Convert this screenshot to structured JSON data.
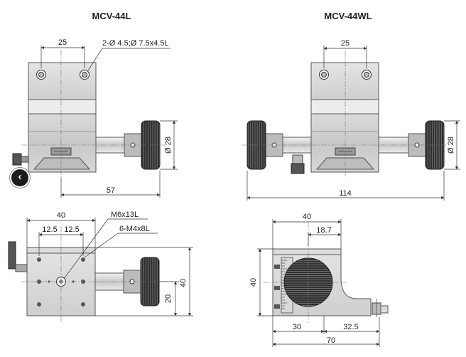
{
  "titles": {
    "left": "MCV-44L",
    "right": "MCV-44WL"
  },
  "labels": {
    "hole_spec": "2-Ø 4.5;Ø 7.5x4.5L",
    "tapped_large": "M6x13L",
    "tapped_small": "6-M4x8L"
  },
  "dims": {
    "l_top_hole_pitch": "25",
    "l_top_dia": "Ø 28",
    "l_top_width": "57",
    "wl_top_hole_pitch": "25",
    "wl_top_dia": "Ø 28",
    "wl_top_width": "114",
    "l_bot_width": "40",
    "l_bot_half_a": "12.5",
    "l_bot_half_b": "12.5",
    "l_bot_height_inner": "20",
    "l_bot_height": "40",
    "wl_bot_width": "40",
    "wl_bot_offset": "18.7",
    "wl_bot_height": "40",
    "wl_bot_seg_a": "30",
    "wl_bot_seg_b": "32.5",
    "wl_bot_total": "70"
  },
  "nav": {
    "prev_glyph": "‹"
  }
}
